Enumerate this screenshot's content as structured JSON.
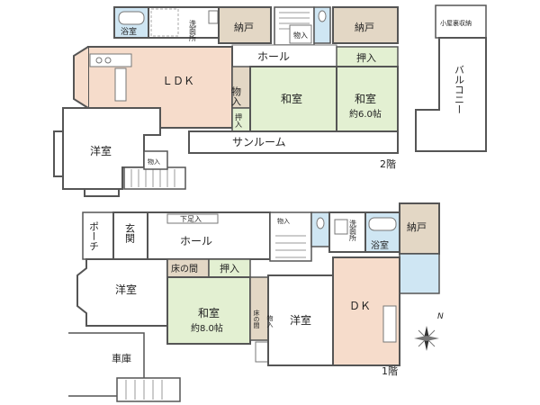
{
  "colors": {
    "ldk": "#f6dccb",
    "washitsu": "#e3f0d2",
    "youshitsu": "#ffffff",
    "nando": "#e3d7c5",
    "wet": "#cfe6f3",
    "wall": "#555555",
    "line": "#777777",
    "hall": "#ffffff"
  },
  "floor2": {
    "floor_label": "2階",
    "rooms": {
      "bath": "浴室",
      "wash": "洗面所",
      "nando1": "納戸",
      "storage_hall": "物入",
      "nando2": "納戸",
      "hall": "ホール",
      "oshiire_top": "押入",
      "ldk": "ＬＤＫ",
      "monoire": "物入",
      "oshiire_small": "押入",
      "washitsu1": "和室",
      "washitsu2": "和室",
      "washitsu2_size": "約6.0帖",
      "youshitsu": "洋室",
      "storage_stairs": "物入",
      "sunroom": "サンルーム",
      "attic": "小屋裏収納",
      "balcony": "バルコニー"
    }
  },
  "floor1": {
    "floor_label": "1階",
    "rooms": {
      "porch": "ポーチ",
      "genkan": "玄関",
      "shitabako": "下足入",
      "hall": "ホール",
      "storage_hall": "物入",
      "wash": "洗面所",
      "bath": "浴室",
      "nando": "納戸",
      "youshitsu_left": "洋室",
      "tokonoma": "床の間",
      "oshiire": "押入",
      "washitsu": "和室",
      "washitsu_size": "約8.0帖",
      "tokonoma_small": "床の間",
      "storage_small": "物入",
      "youshitsu_mid": "洋室",
      "dk": "ＤＫ",
      "garage": "車庫"
    }
  },
  "compass": "N"
}
